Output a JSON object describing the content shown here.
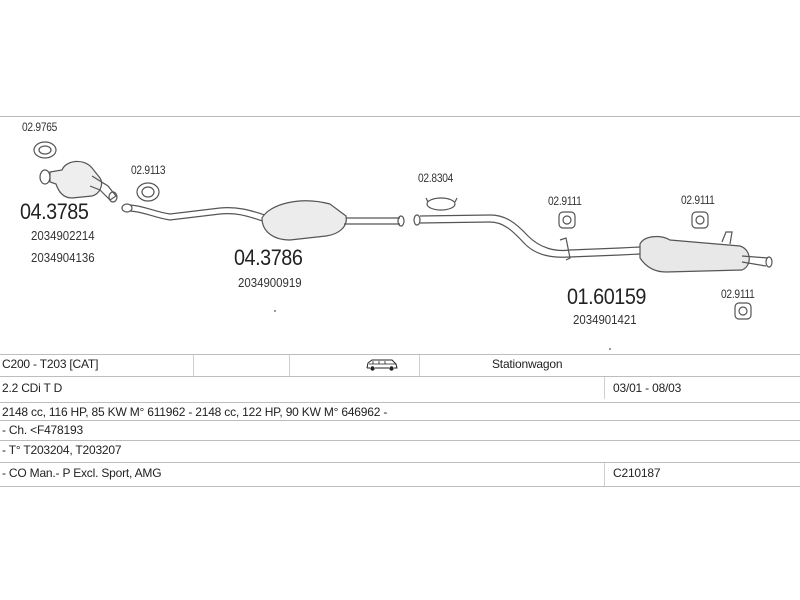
{
  "parts": [
    {
      "ref": "02.9765"
    },
    {
      "ref": "04.3785",
      "oem": [
        "2034902214",
        "2034904136"
      ]
    },
    {
      "ref": "02.9113"
    },
    {
      "ref": "04.3786",
      "oem": [
        "2034900919"
      ]
    },
    {
      "ref": "02.8304"
    },
    {
      "ref": "02.9111"
    },
    {
      "ref": "02.9111"
    },
    {
      "ref": "01.60159",
      "oem": [
        "2034901421"
      ]
    },
    {
      "ref": "02.9111"
    }
  ],
  "info": {
    "model": "C200 - T203  [CAT]",
    "body_type": "Stationwagon",
    "engine": "2.2 CDi T D",
    "period": "03/01 - 08/03",
    "specs": "2148 cc, 116 HP, 85 KW M° 611962 - 2148 cc, 122 HP, 90 KW M° 646962 -",
    "chassis": "- Ch. <F478193",
    "type_codes": "- T° T203204, T203207",
    "notes": "- CO Man.- P Excl. Sport, AMG",
    "code": "C210187"
  },
  "icons": {
    "car": "station-wagon-icon"
  }
}
